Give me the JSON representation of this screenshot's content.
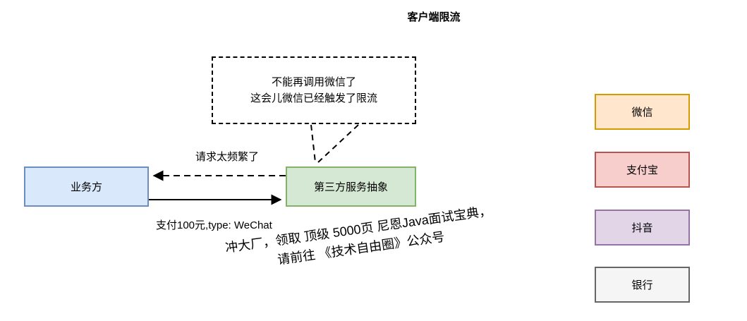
{
  "title": "客户端限流",
  "callout": {
    "line1": "不能再调用微信了",
    "line2": "这会儿微信已经触发了限流"
  },
  "nodes": {
    "business": {
      "label": "业务方",
      "fill": "#dae8fc",
      "stroke": "#6c8ebf"
    },
    "third_party": {
      "label": "第三方服务抽象",
      "fill": "#d5e8d4",
      "stroke": "#82b366"
    }
  },
  "edges": {
    "throttle": {
      "label": "请求太频繁了",
      "style": "dashed",
      "direction": "right-to-left"
    },
    "pay": {
      "label": "支付100元,type: WeChat",
      "style": "solid",
      "direction": "left-to-right"
    }
  },
  "watermark": {
    "line1": "冲大厂，领取 顶级 5000页 尼恩Java面试宝典，",
    "line2": "请前往 《技术自由圈》公众号"
  },
  "providers": [
    {
      "label": "微信",
      "fill": "#ffe6cc",
      "stroke": "#d79b00"
    },
    {
      "label": "支付宝",
      "fill": "#f8cecc",
      "stroke": "#b85450"
    },
    {
      "label": "抖音",
      "fill": "#e1d5e7",
      "stroke": "#9673a6"
    },
    {
      "label": "银行",
      "fill": "#f5f5f5",
      "stroke": "#666666"
    }
  ],
  "colors": {
    "line": "#000000",
    "background": "#ffffff"
  }
}
